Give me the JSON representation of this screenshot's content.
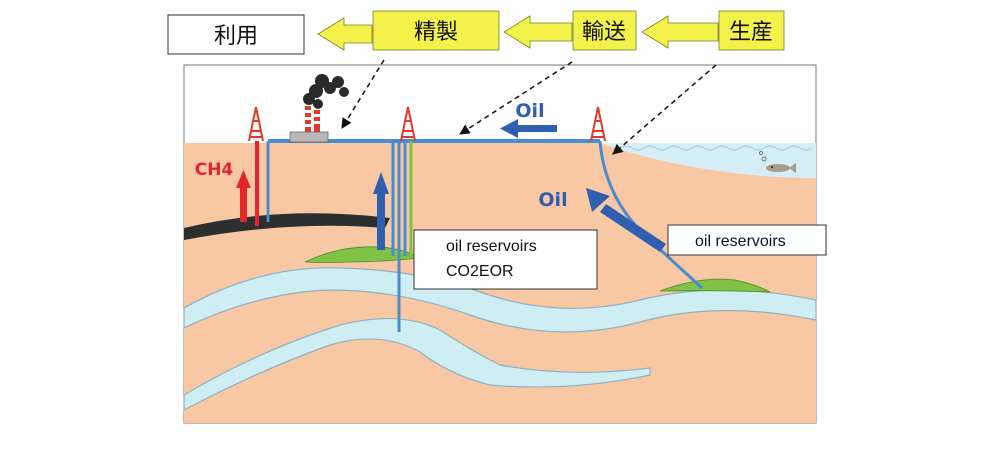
{
  "flow": {
    "use": "利用",
    "refine": "精製",
    "transport": "輸送",
    "production": "生産"
  },
  "labels": {
    "oil_top": "Oil",
    "oil_mid": "Oil",
    "ch4": "CH4",
    "reservoir_center_1": "oil reservoirs",
    "reservoir_center_2": "CO2EOR",
    "reservoir_right": "oil reservoirs"
  },
  "colors": {
    "flow_box": "#f3f24a",
    "flow_arrow": "#f3f24a",
    "ground": "#f7c8a3",
    "sea": "#d5eef5",
    "water_layer": "#cfeef4",
    "coal_seam": "#2b2f2d",
    "reservoir_green": "#7fc246",
    "oil_blue": "#2f5fb0",
    "pipe_blue": "#4a8ccc",
    "ch4_red": "#e3262b",
    "smoke": "#2a2a2a",
    "factory": "#b8b8b8",
    "rig": "#e03a2a"
  },
  "icons": [
    "oil-rig-icon",
    "factory-icon",
    "smoke-icon",
    "fish-icon"
  ]
}
